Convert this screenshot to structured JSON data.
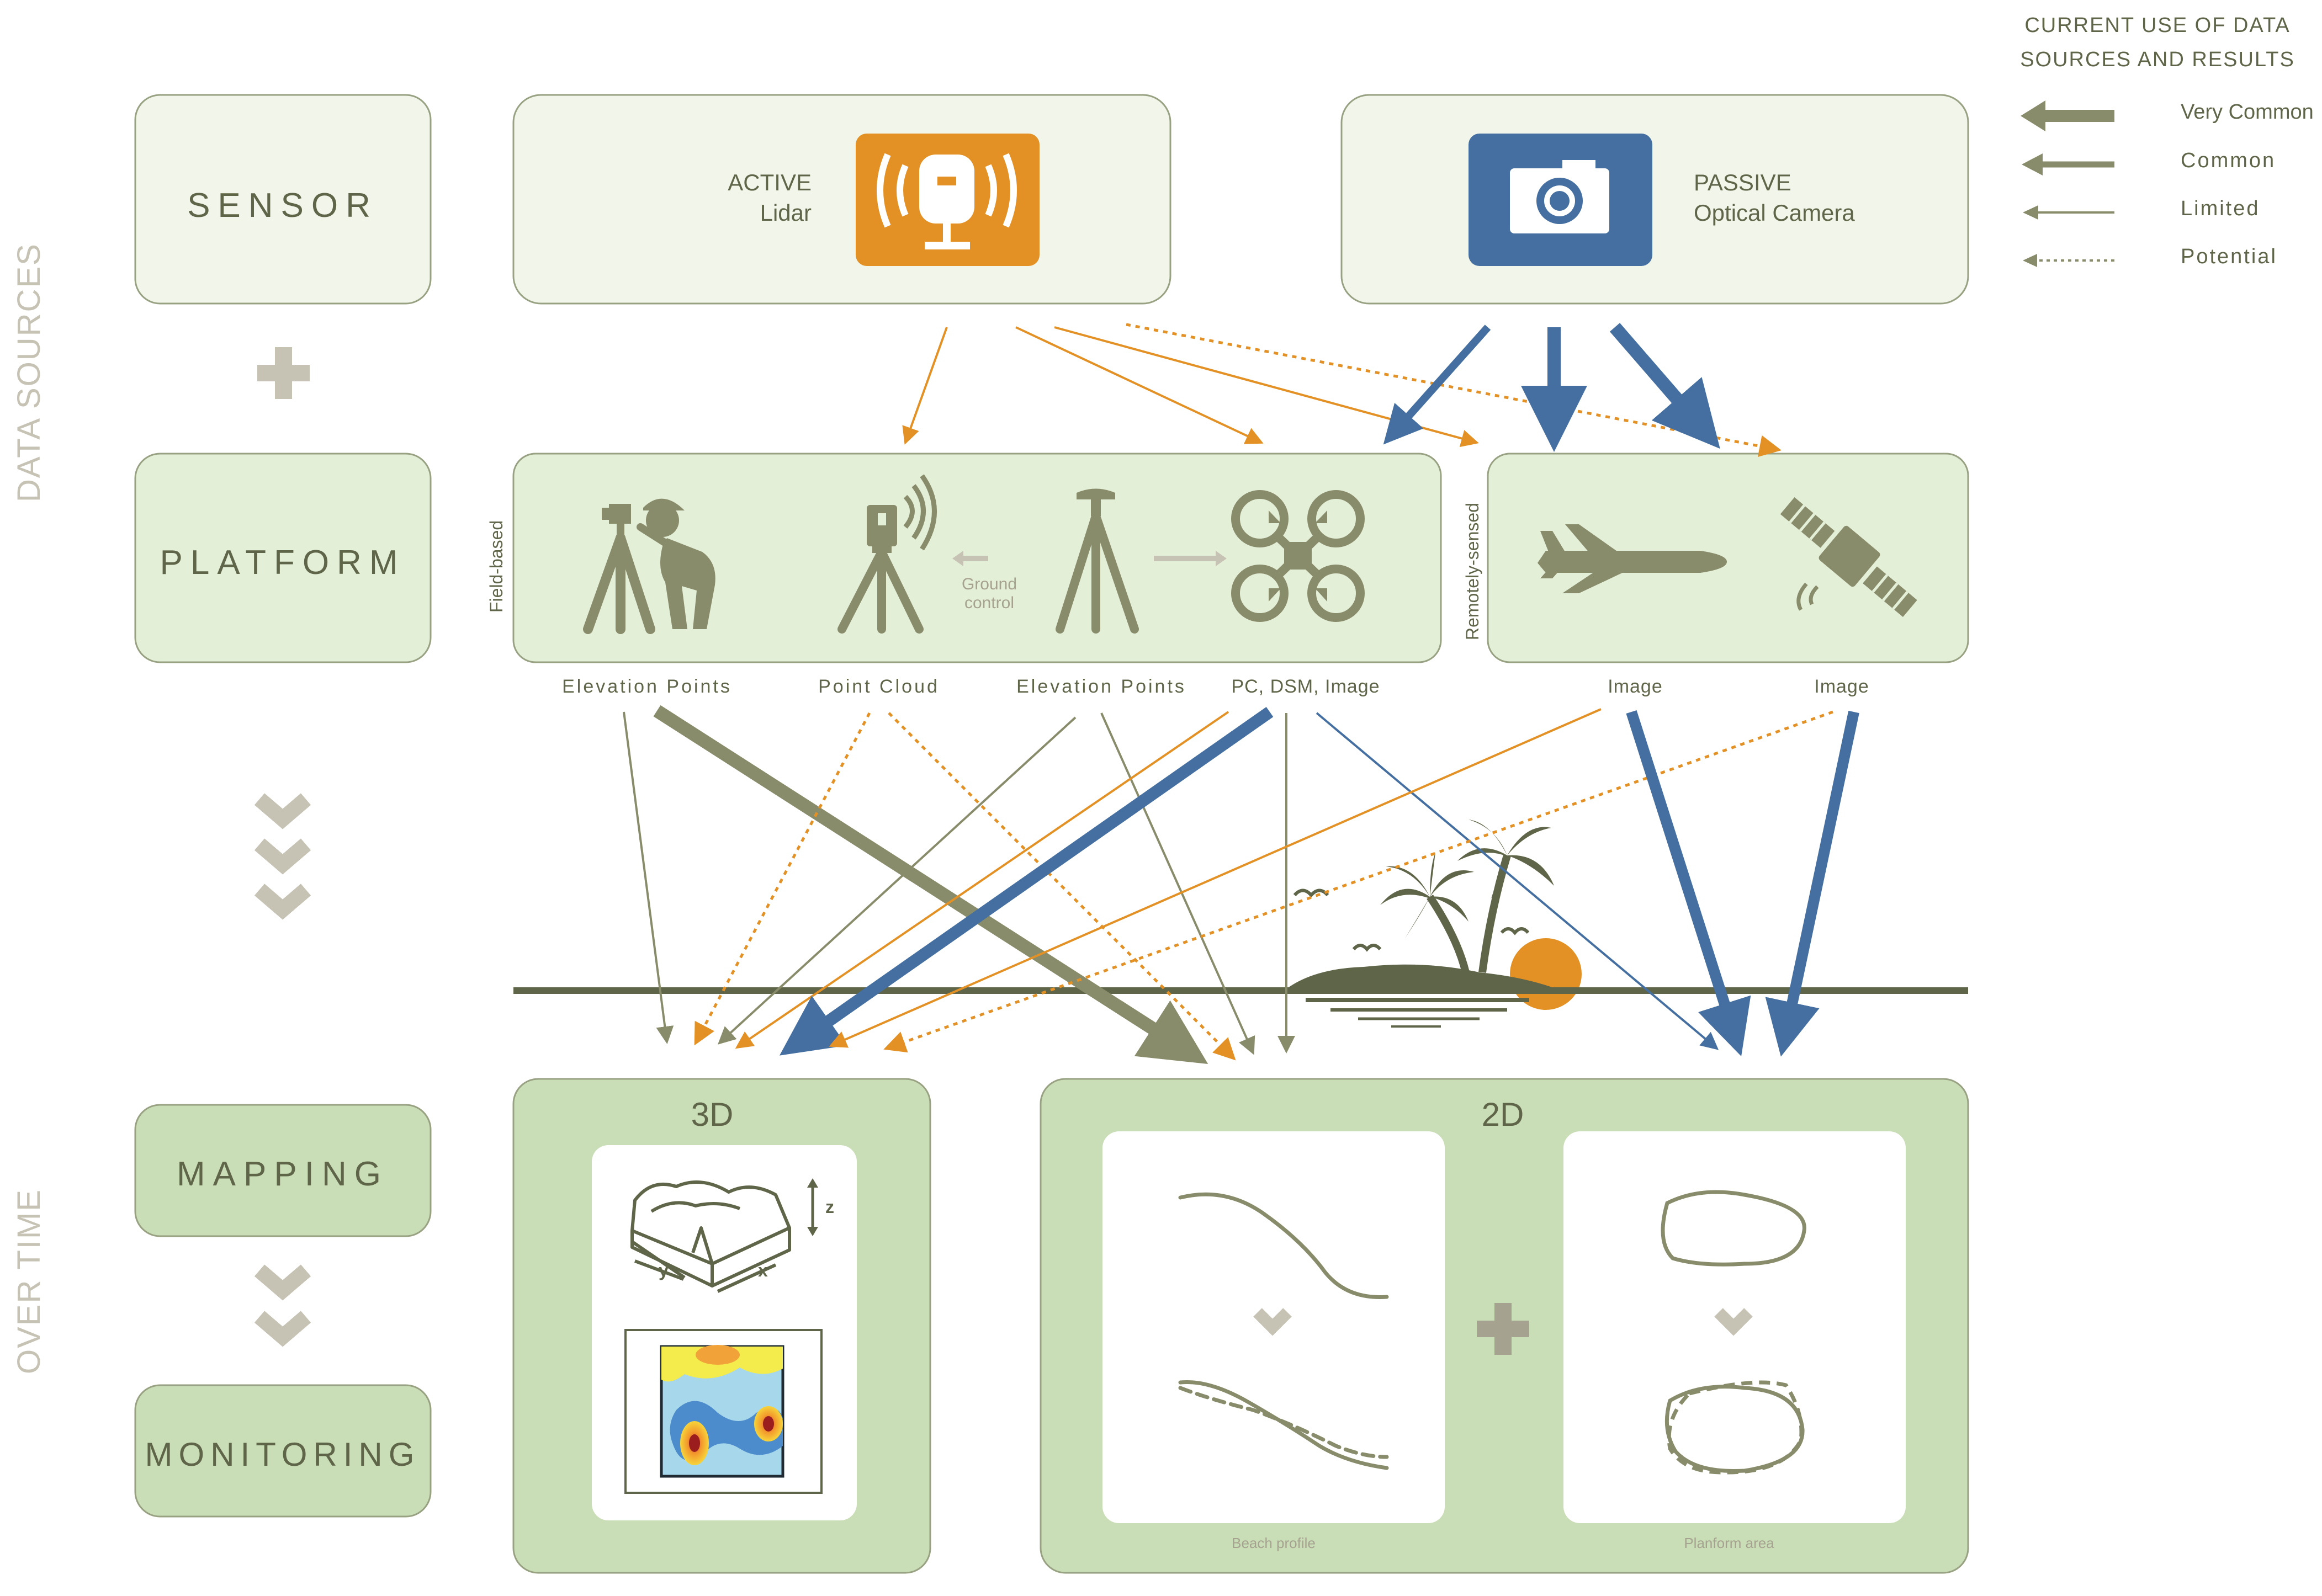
{
  "colors": {
    "olive": "#898c6b",
    "olive_dark": "#5f6548",
    "orange": "#e39125",
    "blue": "#446fa0",
    "box_light": "#f2f6ea",
    "box_mid": "#e4efd8",
    "box_dark": "#c9ddb6",
    "border": "#98a283",
    "muted": "#c6c2b4"
  },
  "side_labels": {
    "top": "DATA SOURCES",
    "bottom": "OVER TIME"
  },
  "left_boxes": {
    "sensor": "SENSOR",
    "platform": "PLATFORM",
    "mapping": "MAPPING",
    "monitoring": "MONITORING"
  },
  "sensors": {
    "active": {
      "line1": "ACTIVE",
      "line2": "Lidar",
      "icon": "lidar-icon"
    },
    "passive": {
      "line1": "PASSIVE",
      "line2": "Optical Camera",
      "icon": "camera-icon"
    }
  },
  "platforms": {
    "field_label": "Field-based",
    "remote_label": "Remotely-sensed",
    "ground_control_1": "Ground",
    "ground_control_2": "control",
    "outputs": [
      "Elevation Points",
      "Point Cloud",
      "Elevation Points",
      "PC, DSM, Image",
      "Image",
      "Image"
    ],
    "icons": [
      "surveyor-icon",
      "laser-scanner-icon",
      "gnss-tripod-icon",
      "drone-icon",
      "airplane-icon",
      "satellite-icon"
    ]
  },
  "legend": {
    "title_1": "CURRENT USE OF DATA",
    "title_2": "SOURCES AND RESULTS",
    "items": [
      "Very Common",
      "Common",
      "Limited",
      "Potential"
    ]
  },
  "results": {
    "three_d": "3D",
    "two_d": "2D",
    "z": "z",
    "y": "y",
    "x": "x",
    "beach_profile": "Beach profile",
    "planform_area": "Planform area"
  }
}
